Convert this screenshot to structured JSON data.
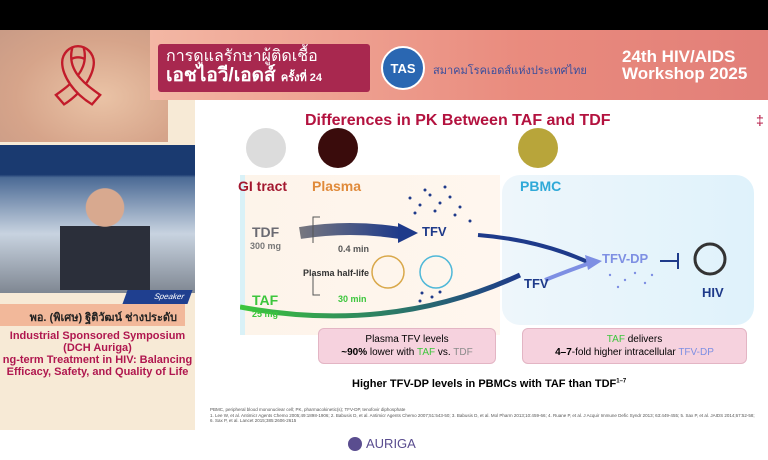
{
  "header": {
    "thai_title_line1": "การดูแลรักษาผู้ติดเชื้อ",
    "thai_title_line2": "เอชไอวี/เอดส์",
    "thai_title_suffix": "ครั้งที่ 24",
    "society_logo": "TAS",
    "society_name": "สมาคมโรคเอดส์แห่งประเทศไทย",
    "workshop_line1": "24th HIV/AIDS",
    "workshop_line2": "Workshop 2025"
  },
  "speaker": {
    "tag": "Speaker",
    "name": "พอ. (พิเศษ) ฐิติวัฒน์ ช่างประดับ",
    "session": [
      "Industrial Sponsored Symposium",
      "(DCH Auriga)",
      "ng-term Treatment in HIV: Balancing",
      "Efficacy, Safety, and Quality of Life"
    ]
  },
  "slide": {
    "title": "Differences in PK Between TAF and TDF",
    "hash": "‡",
    "zones": {
      "gi": "GI tract",
      "plasma": "Plasma",
      "pbmc": "PBMC"
    },
    "tdf": {
      "name": "TDF",
      "dose": "300 mg"
    },
    "taf": {
      "name": "TAF",
      "dose": "25 mg"
    },
    "tfv_top": "TFV",
    "tfv_bottom": "TFV",
    "tfvdp": "TFV-DP",
    "hiv": "HIV",
    "half_life": {
      "label": "Plasma half-life",
      "tdf": "0.4 min",
      "taf": "30 min"
    },
    "box1": {
      "l1": "Plasma TFV levels",
      "pct": "~90%",
      "mid": " lower with ",
      "taf": "TAF",
      "vs": " vs. ",
      "tdf": "TDF"
    },
    "box2": {
      "taf": "TAF",
      "l1": " delivers",
      "fold": "4–7",
      "mid": "-fold higher intracellular ",
      "tfvdp": "TFV-DP"
    },
    "conclusion": "Higher TFV-DP levels in PBMCs with TAF than TDF",
    "conclusion_sup": "1–7",
    "refs": [
      "PBMC, peripheral blood mononuclear cell; PK, pharmacokinetic(s); TFV-DP, tenofovir diphosphate",
      "1. Lee W, et al. Antimicr Agents Chemo 2005;49:1898-1906; 2. Babusis D, et al. Antimicr Agents Chemo 2007;51:543-50; 3. Babusis D, et al. Mol Pharm 2013;10:459-66; 4. Ruane P, et al. J Acquir Immune Defic Syndr 2013; 63:449-455; 5. Sax P, et al. JAIDS 2014;67:52-58; 6. Sax P, et al. Lancet 2015;385:2606-2615"
    ],
    "sponsor": "AURIGA"
  },
  "colors": {
    "accent": "#b3123f",
    "tdf": "#5b5b66",
    "taf": "#3cc63c",
    "tfv": "#1e3a8a",
    "tfvdp": "#7e8fe3"
  }
}
